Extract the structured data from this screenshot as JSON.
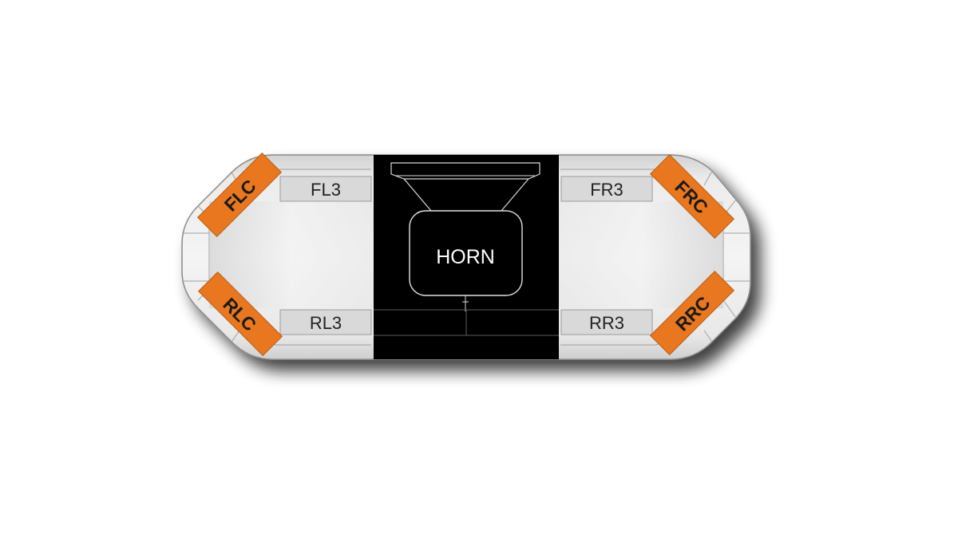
{
  "lightbar": {
    "center_module": {
      "label": "HORN",
      "color": "#000000"
    },
    "modules": [
      {
        "id": "FL3",
        "label": "FL3",
        "color": "#d9d9d9"
      },
      {
        "id": "FR3",
        "label": "FR3",
        "color": "#d9d9d9"
      },
      {
        "id": "RL3",
        "label": "RL3",
        "color": "#d9d9d9"
      },
      {
        "id": "RR3",
        "label": "RR3",
        "color": "#d9d9d9"
      },
      {
        "id": "FLC",
        "label": "FLC",
        "color": "#e8771f"
      },
      {
        "id": "FRC",
        "label": "FRC",
        "color": "#e8771f"
      },
      {
        "id": "RLC",
        "label": "RLC",
        "color": "#e8771f"
      },
      {
        "id": "RRC",
        "label": "RRC",
        "color": "#e8771f"
      }
    ]
  }
}
